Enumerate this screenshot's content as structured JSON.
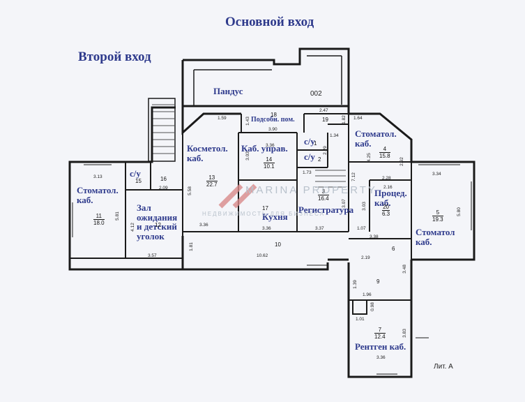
{
  "labels": {
    "main_entrance": "Основной вход",
    "second_entrance": "Второй вход",
    "ramp": "Пандус",
    "code_002": "002",
    "utility_room": "Подсобн. пом.",
    "dental_left": "Стоматол.\nкаб.",
    "su_left": "с/у",
    "waiting": "Зал\nожидания\nи детский\nуголок",
    "cosmetology": "Косметол.\nкаб.",
    "manager": "Каб. управ.",
    "su_top": "с/у",
    "su_bottom": "с/у",
    "kitchen": "Кухня",
    "reception": "Регистратура",
    "dental_top_right": "Стоматол.\nкаб.",
    "procedure": "Процед.\nкаб.",
    "dental_right": "Стоматол\nкаб.",
    "xray": "Рентген каб.",
    "lit": "Лит. А"
  },
  "rooms": [
    {
      "no": "11",
      "area": "18.0"
    },
    {
      "no": "12",
      "area": ""
    },
    {
      "no": "13",
      "area": "22.7"
    },
    {
      "no": "14",
      "area": "10.1"
    },
    {
      "no": "17",
      "area": ""
    },
    {
      "no": "3",
      "area": "16.4"
    },
    {
      "no": "4",
      "area": "15.8"
    },
    {
      "no": "20",
      "area": "6.3"
    },
    {
      "no": "5",
      "area": "19.3"
    },
    {
      "no": "7",
      "area": "12.4"
    }
  ],
  "room_tags": [
    "15",
    "16",
    "18",
    "19",
    "10",
    "6",
    "9",
    "1",
    "2"
  ],
  "dimensions": [
    "3.13",
    "5.81",
    "3.36",
    "5.58",
    "1.59",
    "3.90",
    "1.43",
    "2.47",
    "1.82",
    "1.34",
    "2.29",
    "1.64",
    "4.25",
    "2.28",
    "2.92",
    "3.34",
    "5.80",
    "3.36",
    "3.03",
    "2.16",
    "3.37",
    "1.07",
    "1.73",
    "3.38",
    "2.19",
    "3.48",
    "1.81",
    "10.62",
    "3.57",
    "4.12",
    "3.36",
    "1.39",
    "1.96",
    "1.01",
    "3.83",
    "3.36",
    "7.12",
    "3.07",
    "2.09",
    "3.03",
    "0.98"
  ],
  "watermark": {
    "brand": "MARINA PROPERTY",
    "tagline": "НЕДВИЖИМОСТЬ ДЛЯ БИЗНЕСА"
  }
}
